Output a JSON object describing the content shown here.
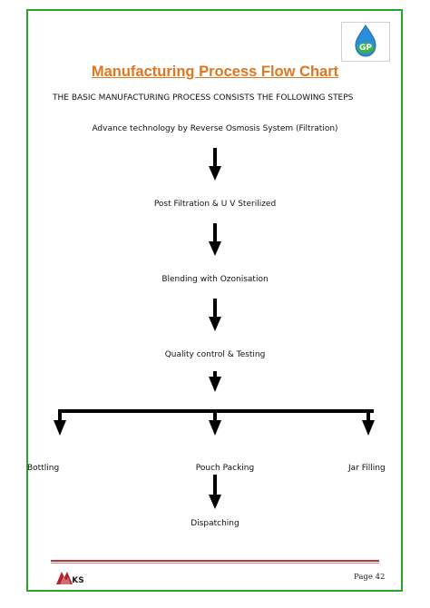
{
  "document": {
    "title": "Manufacturing Process Flow Chart",
    "intro": "THE BASIC MANUFACTURING PROCESS CONSISTS THE FOLLOWING STEPS",
    "page_label": "Page 42",
    "logo_text": "GP",
    "footer_logo_text": "KS"
  },
  "flow": {
    "step1": "Advance technology by Reverse Osmosis System (Filtration)",
    "step2": "Post Filtration & U V Sterilized",
    "step3": "Blending with Ozonisation",
    "step4": "Quality control & Testing",
    "branch_left": "Bottling",
    "branch_center": "Pouch Packing",
    "branch_right": "Jar Filling",
    "final": "Dispatching"
  },
  "colors": {
    "title": "#e0761f",
    "border": "#2aa52a",
    "footer_rule": "#b23b3b",
    "logo_drop": "#2a8fd6"
  }
}
